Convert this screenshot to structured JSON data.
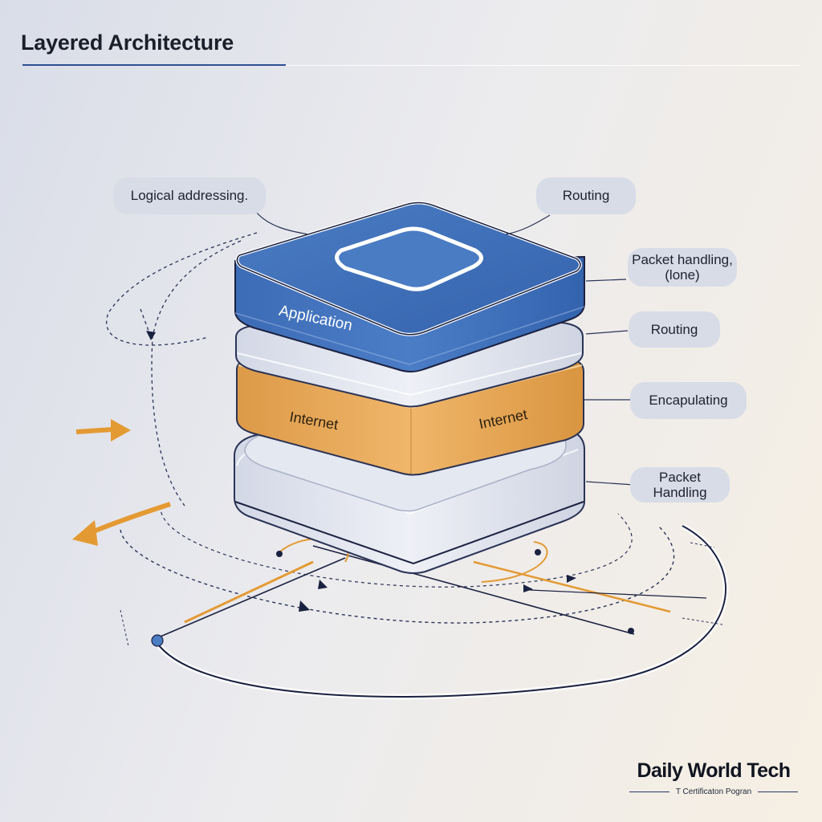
{
  "header": {
    "title": "Layered Architecture"
  },
  "layers": {
    "top": {
      "label": "Application"
    },
    "middle": {
      "label_left": "Internet",
      "label_right": "Internet"
    }
  },
  "callouts": [
    {
      "id": "logical-addressing",
      "text": "Logical addressing."
    },
    {
      "id": "routing-top",
      "text": "Routing"
    },
    {
      "id": "packet-handling-lone",
      "text": "Packet handling,\n(lone)"
    },
    {
      "id": "routing-mid",
      "text": "Routing"
    },
    {
      "id": "encapsulating",
      "text": "Encapulating"
    },
    {
      "id": "packet-handling",
      "text": "Packet\nHandling"
    }
  ],
  "brand": {
    "name": "Daily World Tech",
    "subtitle": "T Certificaton Pogran"
  },
  "colors": {
    "application_layer": "#3f6fb8",
    "internet_layer": "#e2a65a",
    "base_layer": "#dfe3ee",
    "accent_orange": "#e49a33",
    "line_dark": "#1b2140",
    "callout_bg": "#d7dce7"
  }
}
